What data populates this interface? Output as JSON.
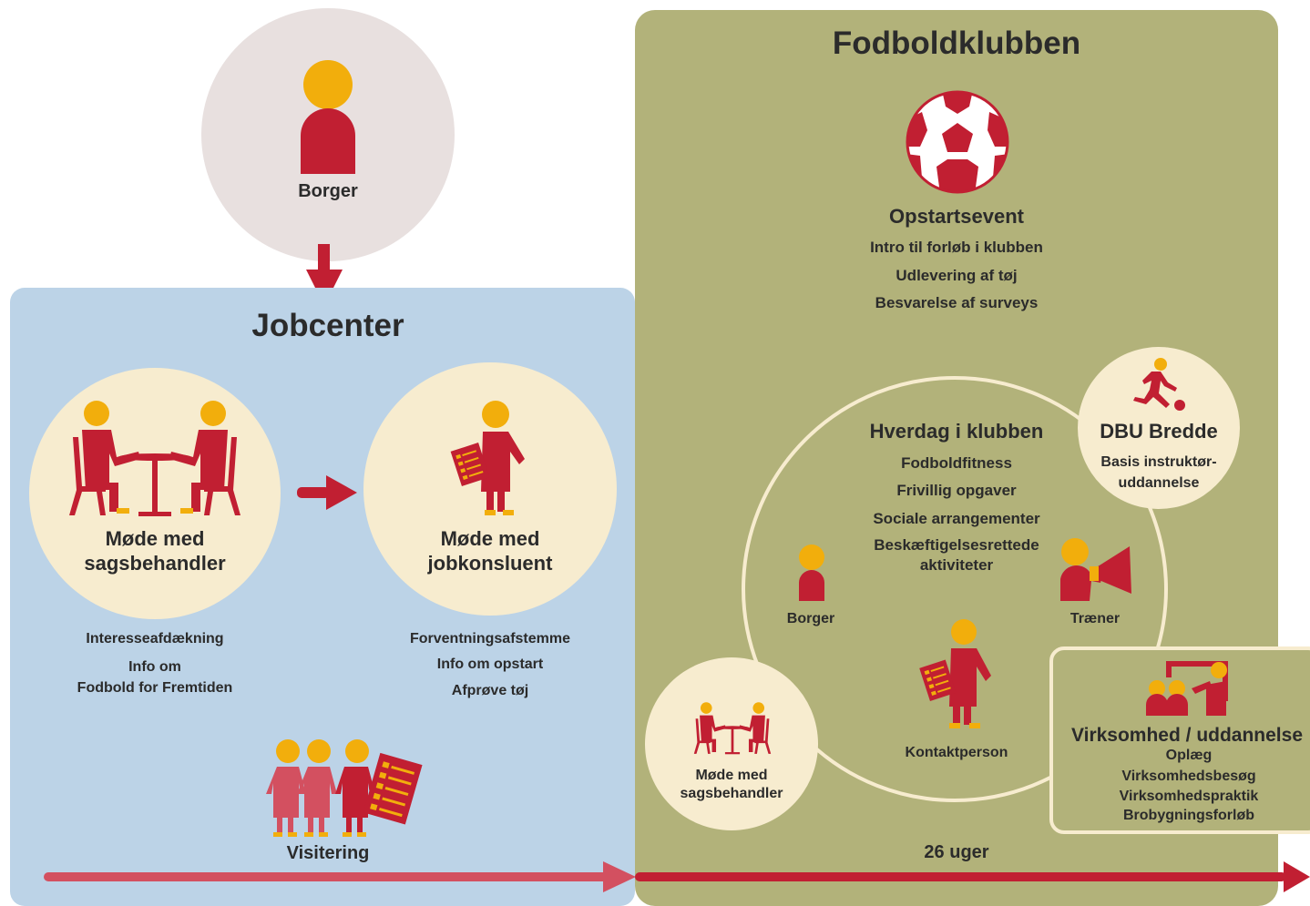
{
  "borger_top": {
    "label": "Borger"
  },
  "jobcenter": {
    "title": "Jobcenter",
    "meeting_caseworker": {
      "title_line1": "Møde med",
      "title_line2": "sagsbehandler"
    },
    "meeting_jobconsultant": {
      "title_line1": "Møde med",
      "title_line2": "jobkonsluent"
    },
    "caseworker_items": [
      "Interesseafdækning",
      "Info om",
      "Fodbold for Fremtiden"
    ],
    "consultant_items": [
      "Forventningsafstemme",
      "Info om opstart",
      "Afprøve tøj"
    ],
    "visitering": "Visitering"
  },
  "club": {
    "title": "Fodboldklubben",
    "startup": {
      "title": "Opstartsevent",
      "items": [
        "Intro til forløb i klubben",
        "Udlevering af tøj",
        "Besvarelse af surveys"
      ]
    },
    "everyday": {
      "title": "Hverdag i klubben",
      "items": [
        "Fodboldfitness",
        "Frivillig opgaver",
        "Sociale arrangementer",
        "Beskæftigelsesrettede",
        "aktiviteter"
      ]
    },
    "dbu": {
      "title": "DBU Bredde",
      "line1": "Basis instruktør-",
      "line2": "uddannelse"
    },
    "borger_label": "Borger",
    "trainer_label": "Træner",
    "contact_label": "Kontaktperson",
    "meeting_caseworker": {
      "line1": "Møde med",
      "line2": "sagsbehandler"
    },
    "business": {
      "title": "Virksomhed / uddannelse",
      "items": [
        "Oplæg",
        "Virksomhedsbesøg",
        "Virksomhedspraktik",
        "Brobygningsforløb"
      ]
    },
    "duration": "26 uger"
  },
  "colors": {
    "red": "#c11f32",
    "yellow": "#f2ae0c",
    "blue_panel": "#bcd3e7",
    "olive_panel": "#b2b27a",
    "cream": "#f7eccf",
    "pink_arrow": "#d35060"
  }
}
